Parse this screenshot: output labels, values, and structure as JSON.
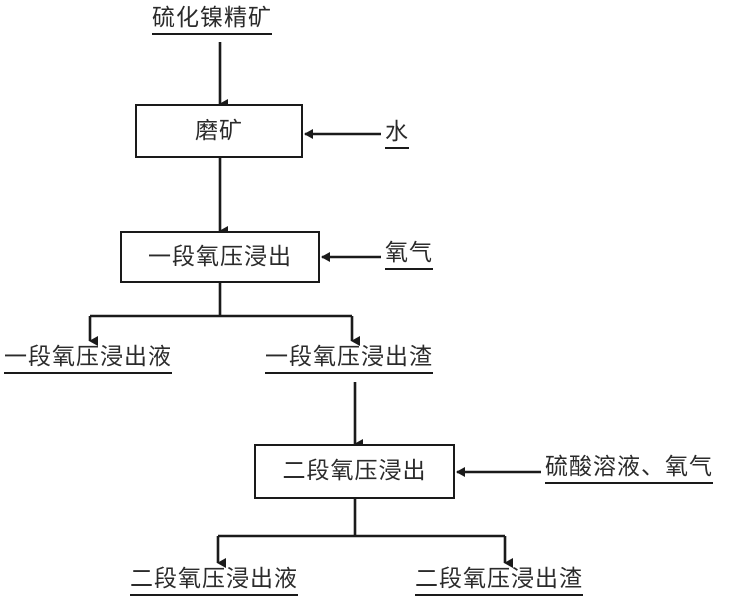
{
  "diagram": {
    "type": "process-flowchart",
    "title_text_present": false,
    "orientation": "top-to-bottom",
    "colors": {
      "line": "#1a1a1a",
      "text": "#2b2b2b",
      "background": "#ffffff"
    },
    "feed": {
      "label": "硫化镍精矿"
    },
    "process_steps": [
      {
        "id": "grinding",
        "label": "磨矿"
      },
      {
        "id": "leach1",
        "label": "一段氧压浸出"
      },
      {
        "id": "leach2",
        "label": "二段氧压浸出"
      }
    ],
    "reagent_inputs": [
      {
        "id": "water",
        "label": "水",
        "into": "grinding"
      },
      {
        "id": "oxygen",
        "label": "氧气",
        "into": "leach1"
      },
      {
        "id": "acid-oxygen",
        "label": "硫酸溶液、氧气",
        "into": "leach2"
      }
    ],
    "outputs": [
      {
        "id": "leach1-liquid",
        "label": "一段氧压浸出液",
        "from": "leach1"
      },
      {
        "id": "leach1-residue",
        "label": "一段氧压浸出渣",
        "from": "leach1"
      },
      {
        "id": "leach2-liquid",
        "label": "二段氧压浸出液",
        "from": "leach2"
      },
      {
        "id": "leach2-residue",
        "label": "二段氧压浸出渣",
        "from": "leach2"
      }
    ],
    "connections": [
      {
        "from": "硫化镍精矿",
        "to": "磨矿",
        "kind": "arrow-down"
      },
      {
        "from": "磨矿",
        "to": "一段氧压浸出",
        "kind": "arrow-down"
      },
      {
        "from": "水",
        "to": "磨矿",
        "kind": "arrow-left"
      },
      {
        "from": "氧气",
        "to": "一段氧压浸出",
        "kind": "arrow-left"
      },
      {
        "from": "一段氧压浸出",
        "to": "一段氧压浸出液",
        "kind": "split-arrow-down"
      },
      {
        "from": "一段氧压浸出",
        "to": "一段氧压浸出渣",
        "kind": "split-arrow-down"
      },
      {
        "from": "一段氧压浸出渣",
        "to": "二段氧压浸出",
        "kind": "arrow-down"
      },
      {
        "from": "硫酸溶液、氧气",
        "to": "二段氧压浸出",
        "kind": "arrow-left"
      },
      {
        "from": "二段氧压浸出",
        "to": "二段氧压浸出液",
        "kind": "split-arrow-down"
      },
      {
        "from": "二段氧压浸出",
        "to": "二段氧压浸出渣",
        "kind": "split-arrow-down"
      }
    ]
  }
}
